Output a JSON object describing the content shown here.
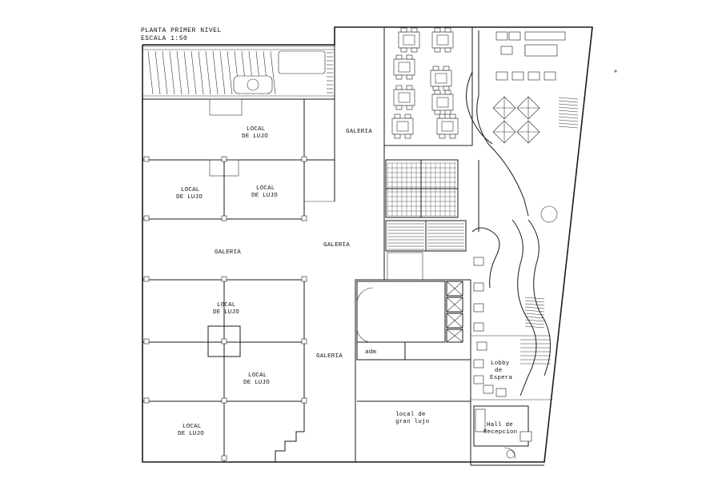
{
  "title": {
    "line1": "PLANTA PRIMER NIVEL",
    "line2": "ESCALA 1:50"
  },
  "labels": {
    "local1_a": "LOCAL",
    "local1_b": "DE LUJO",
    "local2_a": "LOCAL",
    "local2_b": "DE LUJO",
    "local3_a": "LOCAL",
    "local3_b": "DE LUJO",
    "local4_a": "LOCAL",
    "local4_b": "DE LUJO",
    "local5_a": "LOCAL",
    "local5_b": "DE LUJO",
    "local6_a": "LOCAL",
    "local6_b": "DE LUJO",
    "galeria_top": "GALERIA",
    "galeria_mid": "GALERIA",
    "galeria_left": "GALERIA",
    "galeria_low": "GALERIA",
    "adm": "adm",
    "gran_lujo_a": "local de",
    "gran_lujo_b": "gran lujo",
    "lobby_a": "Lobby",
    "lobby_b": "de",
    "lobby_c": "Espera",
    "hall_a": "Hall de",
    "hall_b": "Recepcion"
  }
}
